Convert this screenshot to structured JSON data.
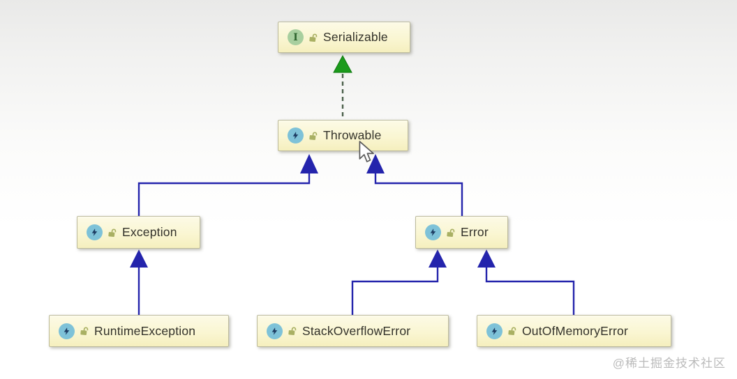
{
  "diagram": {
    "kind": "uml-class-diagram",
    "nodes": [
      {
        "id": "serializable",
        "label": "Serializable",
        "type": "interface",
        "badge_letter": "I",
        "visibility": "public"
      },
      {
        "id": "throwable",
        "label": "Throwable",
        "type": "class",
        "visibility": "public"
      },
      {
        "id": "exception",
        "label": "Exception",
        "type": "class",
        "visibility": "public"
      },
      {
        "id": "error",
        "label": "Error",
        "type": "class",
        "visibility": "public"
      },
      {
        "id": "runtime_exception",
        "label": "RuntimeException",
        "type": "class",
        "visibility": "public"
      },
      {
        "id": "stack_overflow",
        "label": "StackOverflowError",
        "type": "class",
        "visibility": "public"
      },
      {
        "id": "out_of_memory",
        "label": "OutOfMemoryError",
        "type": "class",
        "visibility": "public"
      }
    ],
    "edges": [
      {
        "from": "Throwable",
        "to": "Serializable",
        "type": "implements"
      },
      {
        "from": "Exception",
        "to": "Throwable",
        "type": "extends"
      },
      {
        "from": "Error",
        "to": "Throwable",
        "type": "extends"
      },
      {
        "from": "RuntimeException",
        "to": "Exception",
        "type": "extends"
      },
      {
        "from": "StackOverflowError",
        "to": "Error",
        "type": "extends"
      },
      {
        "from": "OutOfMemoryError",
        "to": "Error",
        "type": "extends"
      }
    ]
  },
  "colors": {
    "edge_extends": "#2424ac",
    "edge_implements_arrow": "#1b9a1b",
    "edge_implements_dash": "#4a5f4a",
    "node_fill": "#faf6d2",
    "node_border": "#bcba9c",
    "interface_badge": "#a8cf9f",
    "class_badge": "#7ec2d8",
    "lock_icon": "#a9b063",
    "watermark": "#b0b0b0"
  },
  "watermark": {
    "text": "@稀土掘金技术社区"
  }
}
